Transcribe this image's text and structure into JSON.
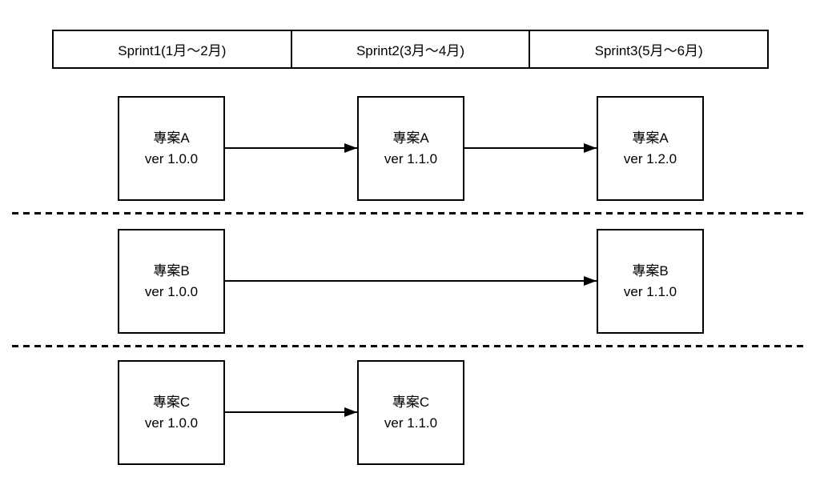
{
  "canvas": {
    "background": "#ffffff",
    "stroke": "#000000"
  },
  "header": {
    "cells": [
      {
        "label": "Sprint1(1月〜2月)"
      },
      {
        "label": "Sprint2(3月〜4月)"
      },
      {
        "label": "Sprint3(5月〜6月)"
      }
    ]
  },
  "rows": [
    {
      "nodes": [
        {
          "title": "專案A",
          "version": "ver 1.0.0"
        },
        {
          "title": "專案A",
          "version": "ver 1.1.0"
        },
        {
          "title": "專案A",
          "version": "ver 1.2.0"
        }
      ]
    },
    {
      "nodes": [
        {
          "title": "專案B",
          "version": "ver 1.0.0"
        },
        {
          "title": "專案B",
          "version": "ver 1.1.0"
        }
      ]
    },
    {
      "nodes": [
        {
          "title": "專案C",
          "version": "ver 1.0.0"
        },
        {
          "title": "專案C",
          "version": "ver 1.1.0"
        }
      ]
    }
  ],
  "edges": [
    {
      "from": "專案A ver 1.0.0",
      "to": "專案A ver 1.1.0"
    },
    {
      "from": "專案A ver 1.1.0",
      "to": "專案A ver 1.2.0"
    },
    {
      "from": "專案B ver 1.0.0",
      "to": "專案B ver 1.1.0"
    },
    {
      "from": "專案C ver 1.0.0",
      "to": "專案C ver 1.1.0"
    }
  ]
}
